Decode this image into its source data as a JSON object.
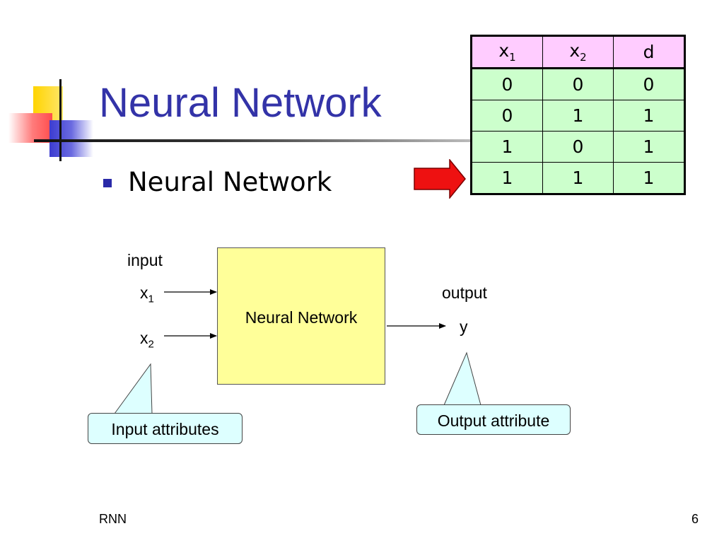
{
  "slide": {
    "title": "Neural Network",
    "bullet": "Neural Network"
  },
  "truth_table": {
    "headers": [
      {
        "base": "x",
        "sub": "1"
      },
      {
        "base": "x",
        "sub": "2"
      },
      {
        "base": "d",
        "sub": ""
      }
    ],
    "rows": [
      [
        "0",
        "0",
        "0"
      ],
      [
        "0",
        "1",
        "1"
      ],
      [
        "1",
        "0",
        "1"
      ],
      [
        "1",
        "1",
        "1"
      ]
    ]
  },
  "diagram": {
    "input_label": "input",
    "inputs": [
      {
        "base": "x",
        "sub": "1"
      },
      {
        "base": "x",
        "sub": "2"
      }
    ],
    "box_label": "Neural Network",
    "output_label": "output",
    "output_var": "y",
    "input_callout": "Input attributes",
    "output_callout": "Output attribute"
  },
  "footer": {
    "left": "RNN",
    "page_number": "6"
  },
  "colors": {
    "title": "#3333a8",
    "table_header": "#ffccff",
    "table_body": "#ccffcc",
    "nn_box": "#ffff99",
    "callout": "#ddffff",
    "arrow": "#ee1111"
  }
}
